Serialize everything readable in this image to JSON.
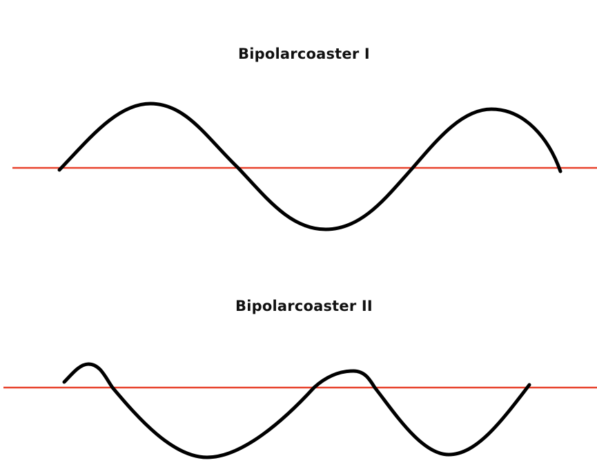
{
  "diagram": {
    "panels": [
      {
        "title": "Bipolarcoaster I",
        "pattern": "regular wave: peak, trough, peak"
      },
      {
        "title": "Bipolarcoaster II",
        "pattern": "short peaks, deep troughs"
      }
    ],
    "colors": {
      "baseline": "#e8402a",
      "wave": "#000000",
      "background": "#ffffff"
    }
  }
}
